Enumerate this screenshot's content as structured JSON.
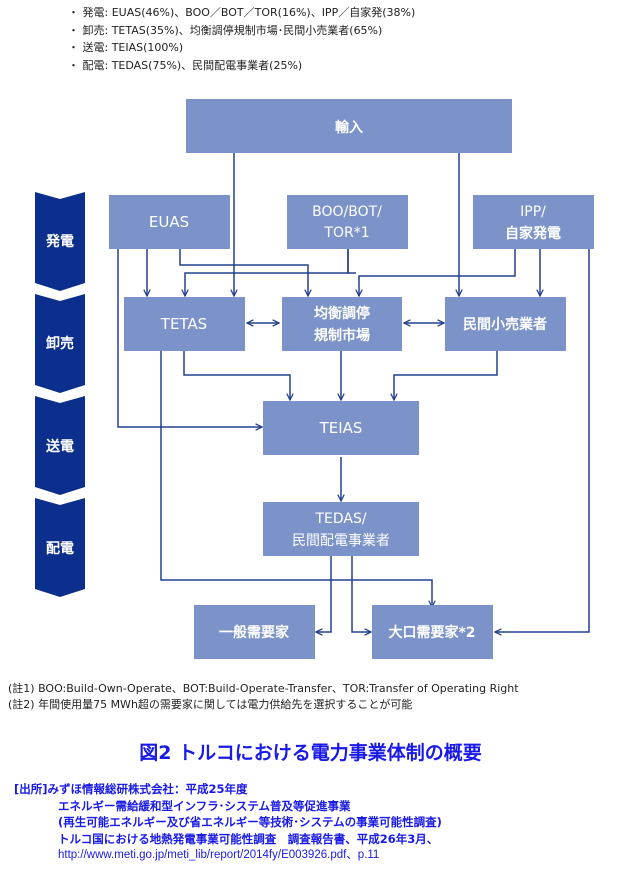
{
  "bullets": [
    "・ 発電: EUAS(46%)、BOO／BOT／TOR(16%)、IPP／自家発(38%)",
    "・ 卸売: TETAS(35%)、均衡調停規制市場･民間小売業者(65%)",
    "・ 送電: TEIAS(100%)",
    "・ 配電: TEDAS(75%)、民間配電事業者(25%)"
  ],
  "stages": [
    "発電",
    "卸売",
    "送電",
    "配電"
  ],
  "boxes": {
    "import": [
      "輸入"
    ],
    "euas": [
      "EUAS"
    ],
    "boo": [
      "BOO/BOT/",
      "TOR*1"
    ],
    "ipp": [
      "IPP/",
      "自家発電"
    ],
    "tetas": [
      "TETAS"
    ],
    "market": [
      "均衡調停",
      "規制市場"
    ],
    "retail": [
      "民間小売業者"
    ],
    "teias": [
      "TEIAS"
    ],
    "tedas": [
      "TEDAS/",
      "民間配電事業者"
    ],
    "general": [
      "一般需要家"
    ],
    "large": [
      "大口需要家*2"
    ]
  },
  "colors": {
    "box": "#7b93c8",
    "stage": "#0c2e8c",
    "line": "#23408e",
    "accent": "#1a1ae6"
  },
  "notes": [
    "(註1) BOO:Build-Own-Operate、BOT:Build-Operate-Transfer、TOR:Transfer of Operating Right",
    "(註2) 年間使用量75 MWh超の需要家に関しては電力供給先を選択することが可能"
  ],
  "figure_title": "図2 トルコにおける電力事業体制の概要",
  "source": {
    "line1": "[出所]みずほ情報総研株式会社：平成25年度",
    "line2": "エネルギー需給緩和型インフラ･システム普及等促進事業",
    "line3": "(再生可能エネルギー及び省エネルギー等技術･システムの事業可能性調査)",
    "line4": "トルコ国における地熱発電事業可能性調査　調査報告書、平成26年3月、",
    "line5": "http://www.meti.go.jp/meti_lib/report/2014fy/E003926.pdf、p.11"
  }
}
